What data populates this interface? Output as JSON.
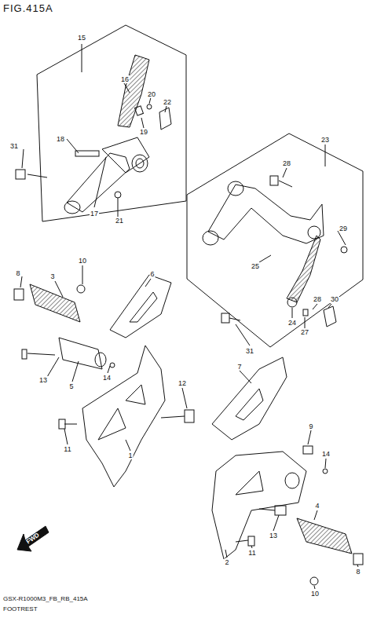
{
  "diagram": {
    "title": "FIG.415A",
    "caption": "FOOTREST",
    "labels": [
      "15",
      "16",
      "20",
      "22",
      "19",
      "18",
      "31",
      "17",
      "21",
      "23",
      "28",
      "29",
      "25",
      "28",
      "30",
      "24",
      "27",
      "10",
      "8",
      "3",
      "6",
      "31",
      "13",
      "5",
      "14",
      "12",
      "11",
      "1",
      "7",
      "9",
      "14",
      "4",
      "13",
      "11",
      "10",
      "8",
      "2",
      "FWD",
      "GSX-R1000M3_FB_RB_415A"
    ]
  }
}
